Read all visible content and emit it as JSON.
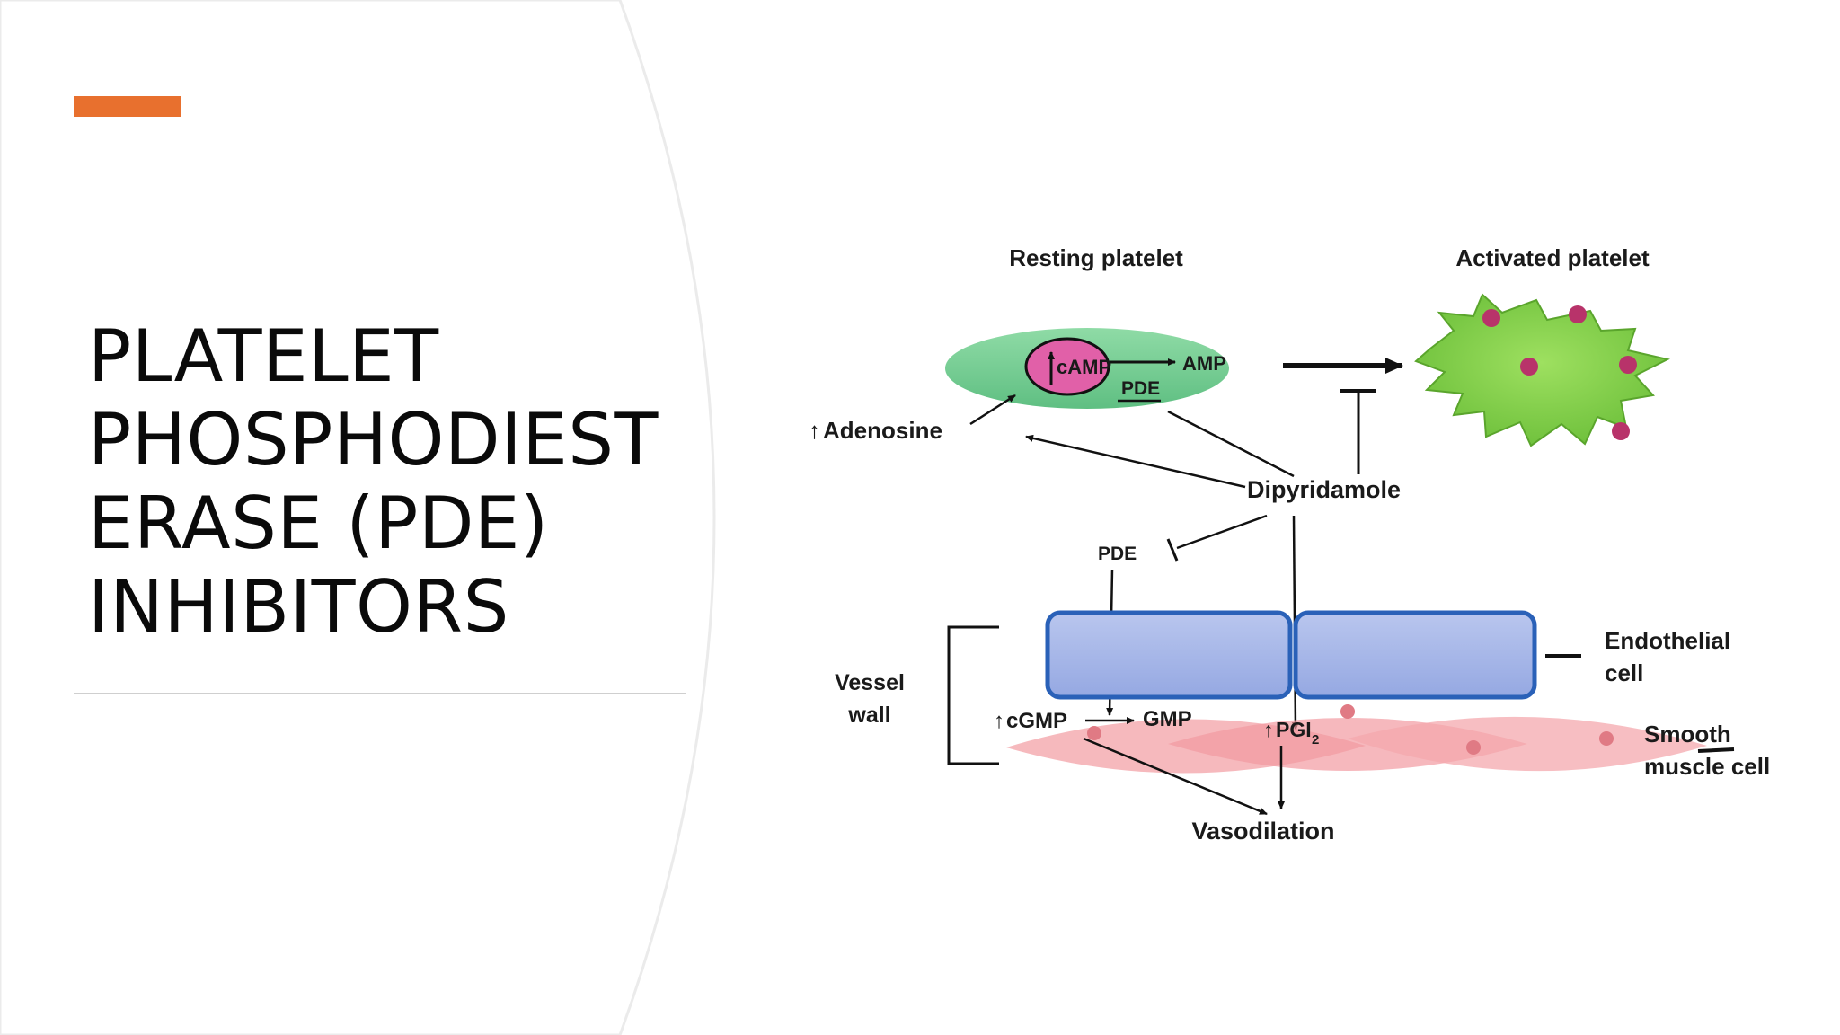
{
  "slide": {
    "title": "PLATELET\nPHOSPHODIEST\nERASE (PDE)\nINHIBITORS",
    "accent_color": "#E8702E"
  },
  "diagram": {
    "resting_platelet": "Resting platelet",
    "activated_platelet": "Activated platelet",
    "camp": "cAMP",
    "amp": "AMP",
    "pde_top": "PDE",
    "adenosine": "Adenosine",
    "dipyridamole": "Dipyridamole",
    "pde_mid": "PDE",
    "vessel_wall_line1": "Vessel",
    "vessel_wall_line2": "wall",
    "cgmp": "cGMP",
    "gmp": "GMP",
    "pgi": "PGI",
    "pgi_sub": "2",
    "vasodilation": "Vasodilation",
    "endothelial_line1": "Endothelial",
    "endothelial_line2": "cell",
    "smooth_line1": "Smooth",
    "smooth_line2": "muscle cell",
    "up_arrow": "↑"
  }
}
